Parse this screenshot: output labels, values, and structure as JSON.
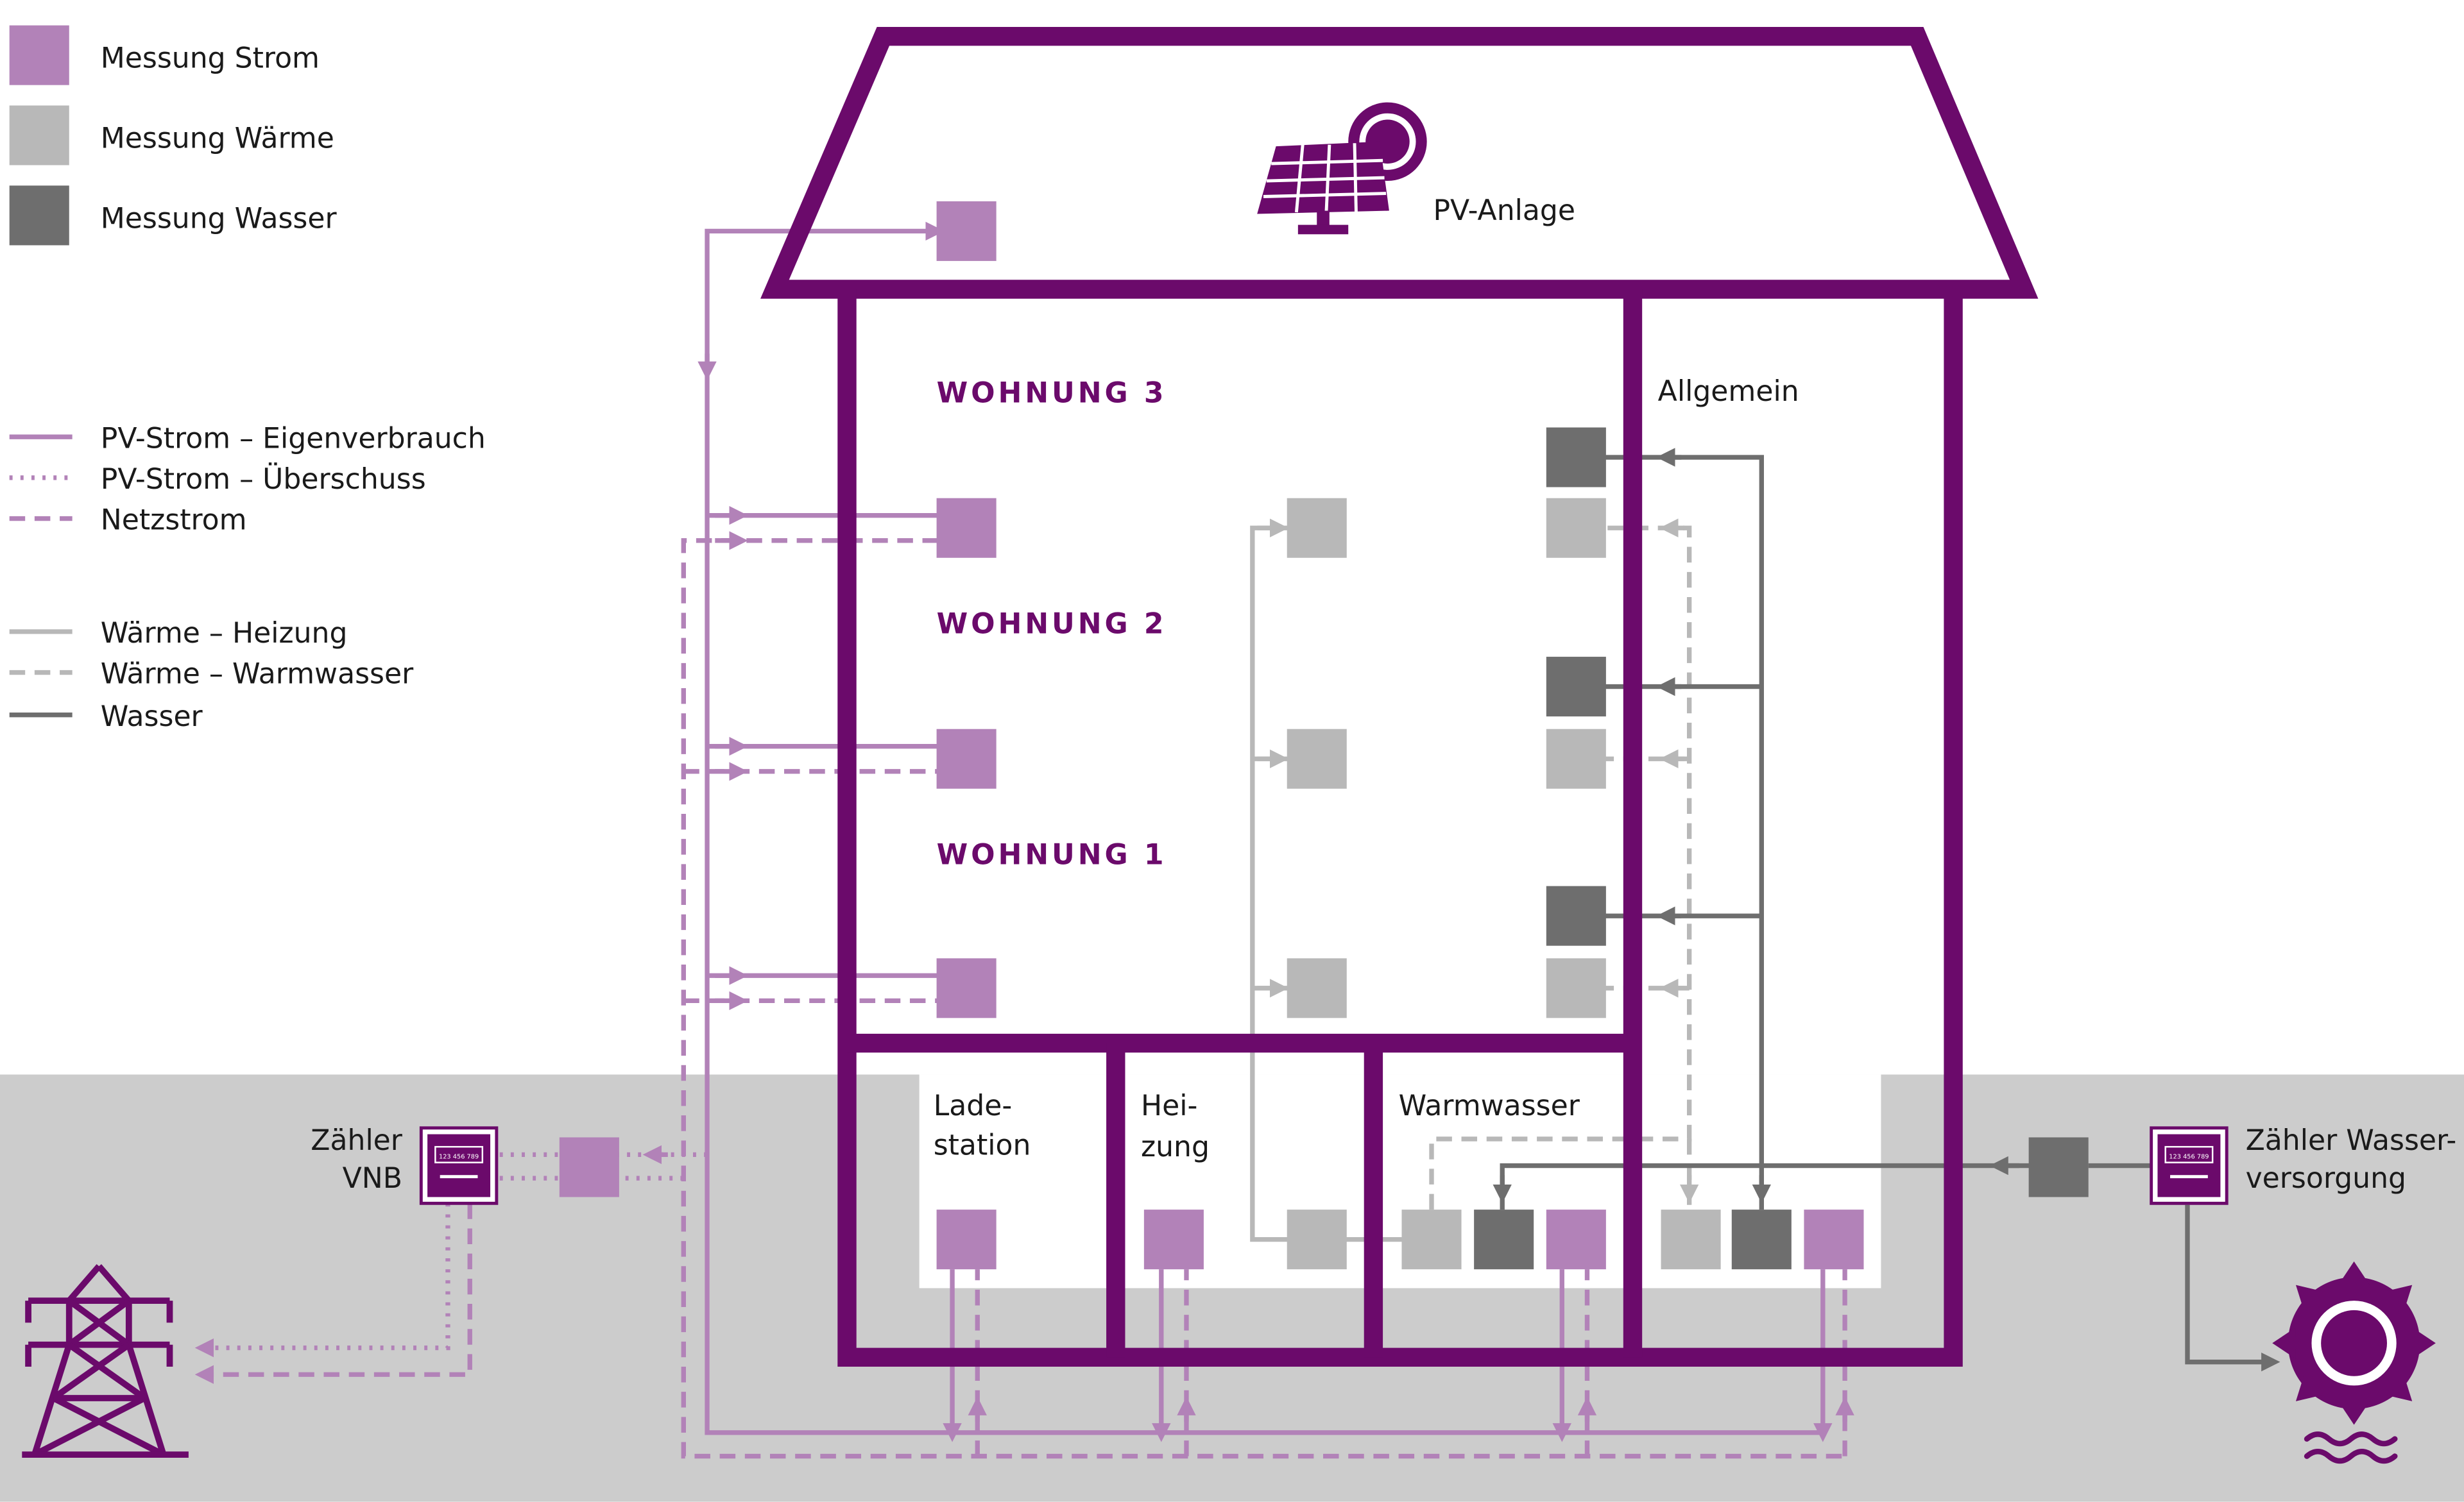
{
  "legend": {
    "boxes": [
      {
        "label": "Messung Strom",
        "color": "#b282b8"
      },
      {
        "label": "Messung Wärme",
        "color": "#b8b8b8"
      },
      {
        "label": "Messung Wasser",
        "color": "#6e6e6e"
      }
    ],
    "lines": [
      {
        "label": "PV-Strom – Eigenverbrauch",
        "style": "solid",
        "color": "#b282b8"
      },
      {
        "label": "PV-Strom – Überschuss",
        "style": "dotted",
        "color": "#b282b8"
      },
      {
        "label": "Netzstrom",
        "style": "dashed",
        "color": "#b282b8"
      },
      {
        "label": "Wärme – Heizung",
        "style": "solid",
        "color": "#b8b8b8"
      },
      {
        "label": "Wärme – Warmwasser",
        "style": "dashed",
        "color": "#b8b8b8"
      },
      {
        "label": "Wasser",
        "style": "solid",
        "color": "#6e6e6e"
      }
    ]
  },
  "labels": {
    "pv_anlage": "PV-Anlage",
    "allgemein": "Allgemein",
    "wohnung_3": "WOHNUNG 3",
    "wohnung_2": "WOHNUNG 2",
    "wohnung_1": "WOHNUNG 1",
    "ladestation_1": "Lade-",
    "ladestation_2": "station",
    "heizung_1": "Hei-",
    "heizung_2": "zung",
    "warmwasser": "Warmwasser",
    "zaehler_vnb_1": "Zähler",
    "zaehler_vnb_2": "VNB",
    "zaehler_wasser_1": "Zähler Wasser-",
    "zaehler_wasser_2": "versorgung",
    "meter_display": "123 456 789"
  },
  "colors": {
    "purple_dark": "#6b0a6b",
    "strom": "#b282b8",
    "waerme": "#b8b8b8",
    "wasser": "#6e6e6e",
    "ground": "#cccccc"
  }
}
